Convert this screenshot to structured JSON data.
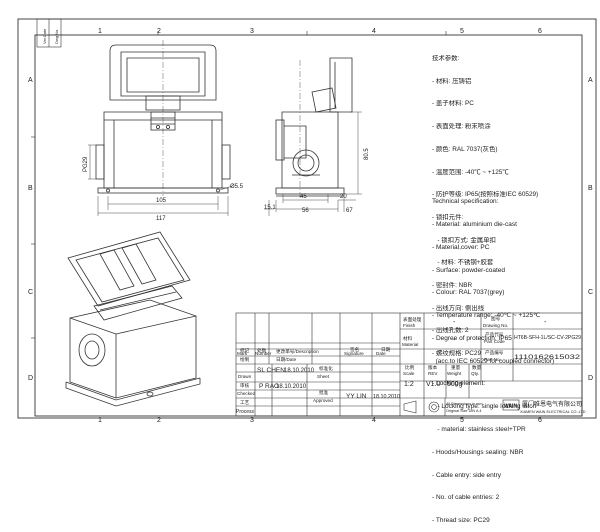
{
  "drawing": {
    "grid_top": [
      "1",
      "2",
      "3",
      "4",
      "5",
      "6"
    ],
    "grid_left": [
      "A",
      "B",
      "C",
      "D"
    ],
    "side_strip": {
      "top": "Ver.Date",
      "mid": "Dwg No."
    }
  },
  "front_view": {
    "dims": {
      "thread": "PG29",
      "inner_width": "105",
      "outer_width": "117",
      "hole": "Ø5.5"
    }
  },
  "side_view": {
    "dims": {
      "height": "80.5",
      "base": "15.1",
      "d45": "45",
      "d56": "56",
      "d20": "20",
      "d67": "67"
    }
  },
  "specs_cn": [
    "技术参数:",
    "- 材料: 压铸铝",
    "- 盖子材料: PC",
    "- 表面处理: 粉末喷涂",
    "- 颜色: RAL 7037(灰色)",
    "- 温度范围: -40℃ ~ +125℃",
    "- 防护等级: IP65(按照标准IEC 60529)",
    "- 锁扣元件:",
    "   - 锁扣方式: 金属单扣",
    "   - 材料: 不锈钢+胶套",
    "- 密封件: NBR",
    "- 出线方向: 侧出线",
    "- 出线孔数: 2",
    "- 螺纹规格: PC29"
  ],
  "specs_en": [
    "Technical specification:",
    "- Material: aluminium die-cast",
    "- Material,cover: PC",
    "- Surface: powder-coated",
    "- Colour: RAL 7037(grey)",
    "- Temperature range: -40℃ ~ +125℃",
    "- Degree of protection: IP65",
    "  (acc.to IEC 60529 for coupled connector)",
    "- Locking element:",
    "   - Locking type: single locking latch",
    "   - material: stainless steel+TPR",
    "- Hoods/Housings sealing: NBR",
    "- Cable entry: side entry",
    "- No. of cable entries: 2",
    "- Thread size: PC29"
  ],
  "title_block": {
    "rev_cn": "标记",
    "rev_en": "Mark",
    "count_cn": "处数",
    "count_en": "Number",
    "content_cn": "更改单号/Description",
    "signature_cn": "签名",
    "signature_en": "Signature",
    "date_cn": "日期",
    "date_en": "Date",
    "drawn_cn": "绘制",
    "drawn_en": "Drawn",
    "drawn_by": "SL CHEN",
    "drawn_date": "18.10.2010",
    "checked_cn": "审核",
    "checked_en": "Checked",
    "checked_by": "P RAO",
    "checked_date": "18.10.2010",
    "process_cn": "工艺",
    "process_en": "Process",
    "date_col_cn": "日期/Date",
    "sheet_cn": "标准化",
    "sheet_en": "Sheet",
    "approved_cn": "批准",
    "approved_en": "Approved",
    "approved_by": "YY LIN",
    "approved_date": "18.10.2010",
    "finish_cn": "表面处理",
    "finish_en": "Finish",
    "finish_value": "-",
    "material_cn": "材料",
    "material_en": "Material",
    "material_value": "-",
    "scale_cn": "比例",
    "scale_en": "Scale",
    "scale_value": "1:2",
    "rev_label_cn": "版本",
    "rev_label_en": "REV",
    "rev_value": "V1.0",
    "weight_cn": "重量",
    "weight_en": "Weight",
    "weight_value": "500g",
    "qty_cn": "数量",
    "qty_en": "Qty.",
    "qty_value": "-",
    "drawing_no_cn": "图号",
    "drawing_no_en": "Drawing No.",
    "drawing_no_value": "-",
    "part_code_cn": "产品代号",
    "part_code_en": "Part Code",
    "part_code_value": "HT6B-SFH-1L/SC-CV-2PG29",
    "part_no_cn": "产品编号",
    "part_no_en": "Part No.",
    "part_no_value": "1110162615032",
    "dims_note": "All Dimensions in mm",
    "size_note": "Original Size DIN A 4",
    "company_cn": "厦门唯恩电气有限公司",
    "company_en": "XIAMEN WAIN ELECTRICAL CO.,LTD",
    "logo_text": "WAIN"
  }
}
